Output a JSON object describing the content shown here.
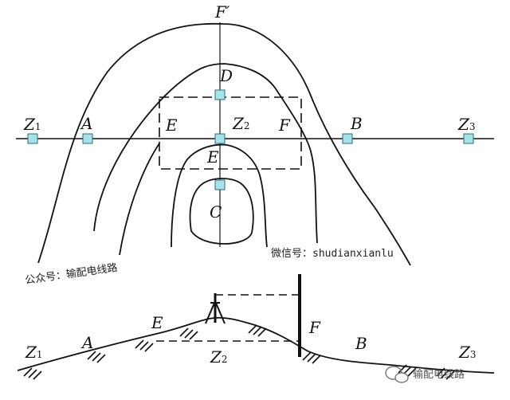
{
  "labels": {
    "f_prime": "F′",
    "d": "D",
    "z1": "Z",
    "z1_sub": "1",
    "a": "A",
    "e": "E",
    "z2": "Z",
    "z2_sub": "2",
    "f": "F",
    "b": "B",
    "z3": "Z",
    "z3_sub": "3",
    "e_lower": "E",
    "c": "C"
  },
  "profile_labels": {
    "z1": "Z",
    "z1_sub": "1",
    "a": "A",
    "e": "E",
    "z2": "Z",
    "z2_sub": "2",
    "f": "F",
    "b": "B",
    "z3": "Z",
    "z3_sub": "3"
  },
  "watermarks": {
    "left": "公众号：输配电线路",
    "right": "微信号：shudianxianlu",
    "corner": "输配电线路"
  },
  "colors": {
    "marker_fill": "#a6e3e8",
    "marker_stroke": "#2a6f77",
    "ink": "#111111"
  }
}
